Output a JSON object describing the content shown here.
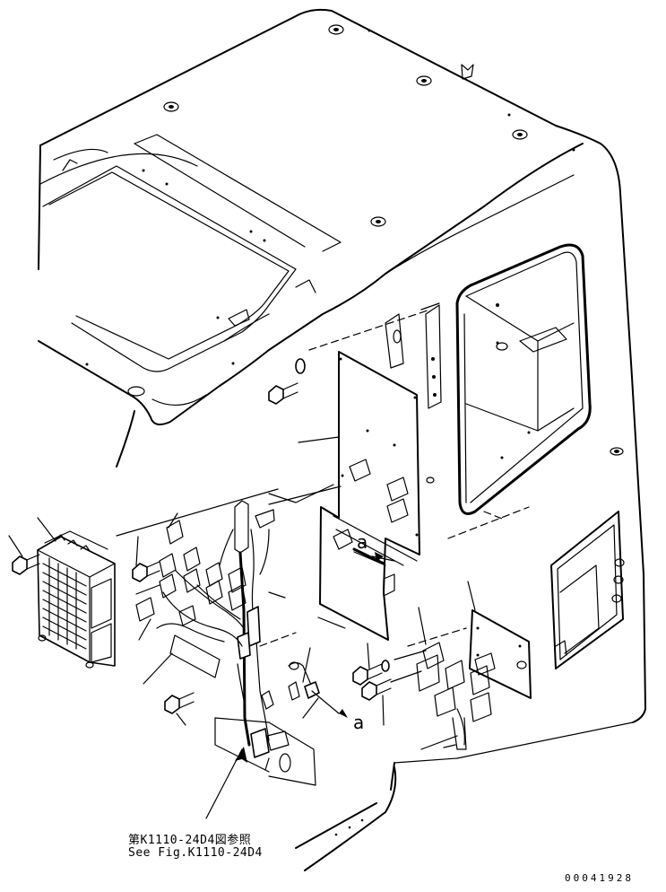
{
  "reference": {
    "jp": "第K1110-24D4図参照",
    "en": "See Fig.K1110-24D4"
  },
  "point_labels": {
    "a_upper": "a",
    "a_lower": "a"
  },
  "drawing_number": "00041928"
}
